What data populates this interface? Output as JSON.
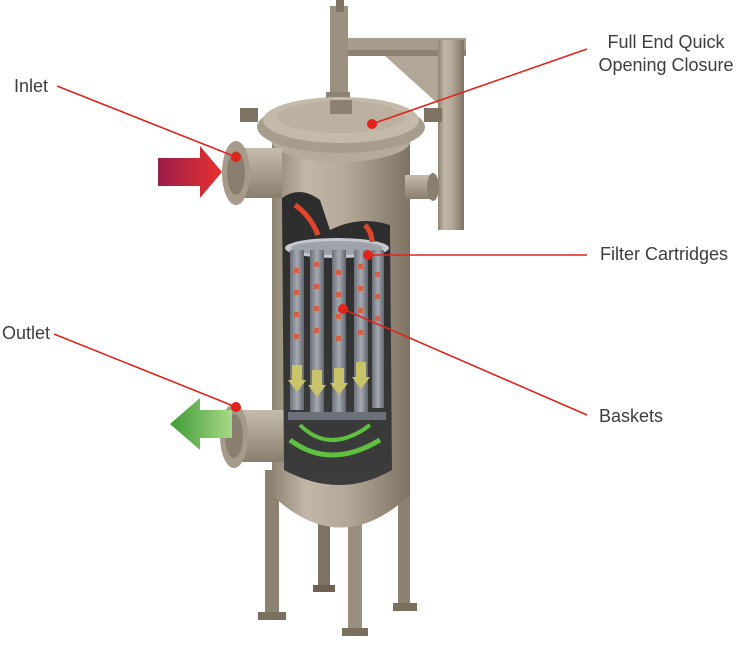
{
  "labels": {
    "inlet": "Inlet",
    "outlet": "Outlet",
    "closure_line1": "Full End Quick",
    "closure_line2": "Opening Closure",
    "filter_cartridges": "Filter Cartridges",
    "baskets": "Baskets"
  },
  "colors": {
    "vessel": "#b5aa9a",
    "vessel_dark": "#8d8272",
    "callout_line": "#e0241b",
    "inlet_arrow": "#c8283c",
    "outlet_arrow": "#4cae3c",
    "label_text": "#3d3d3d"
  }
}
